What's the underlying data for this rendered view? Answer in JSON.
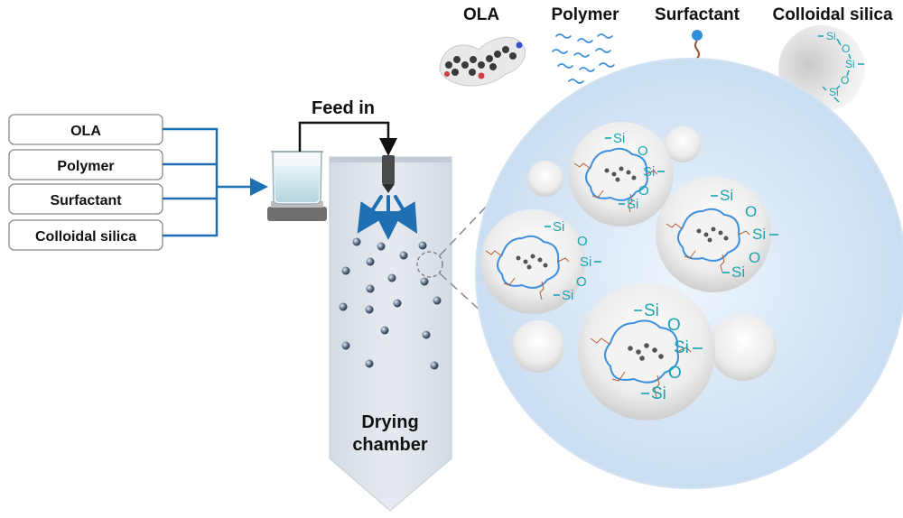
{
  "legend": {
    "ola": "OLA",
    "polymer": "Polymer",
    "surfactant": "Surfactant",
    "colloidal_silica": "Colloidal silica"
  },
  "inputs": [
    "OLA",
    "Polymer",
    "Surfactant",
    "Colloidal silica"
  ],
  "feed_label": "Feed in",
  "chamber_label": [
    "Drying",
    "chamber"
  ],
  "chem": {
    "si": "Si",
    "o": "O"
  },
  "colors": {
    "flow_blue": "#1f6fb3",
    "silica_teal": "#1aa3b0",
    "polymer_blue": "#3d8fe0",
    "surfactant_brown": "#a0522d",
    "chamber_gray": "#cfd8e1",
    "zoom_bg": "#dbe8f5"
  }
}
